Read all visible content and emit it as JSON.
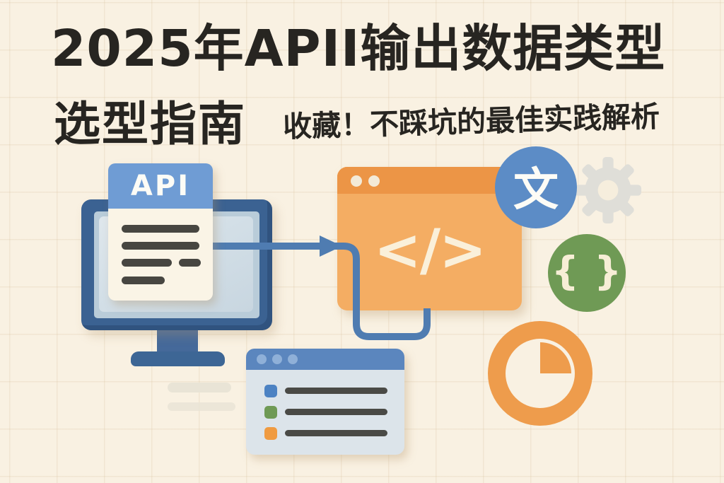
{
  "banner": {
    "title_line1": "2025年APII输出数据类型",
    "title_line2": "选型指南",
    "subtitle": "收藏！不踩坑的最佳实践解析"
  },
  "illustration": {
    "api_document": {
      "label": "API",
      "text_line_count": 4
    },
    "code_window": {
      "symbol": "</>",
      "traffic_dots": 2
    },
    "language_badge": {
      "glyph": "文"
    },
    "json_badge": {
      "glyph": "{ }"
    },
    "list_window": {
      "traffic_dots": 3,
      "rows": [
        {
          "bullet_color": "#4c82c3"
        },
        {
          "bullet_color": "#6f9a55"
        },
        {
          "bullet_color": "#f09b41"
        }
      ]
    }
  },
  "colors": {
    "background": "#f9f1e2",
    "grid_line": "#d5bc98",
    "headline_text": "#272521",
    "monitor_frame": "#3b6292",
    "monitor_screen": "#d3dfe7",
    "doc_header_blue": "#6f9cd4",
    "doc_body": "#faf4e6",
    "doc_text_line": "#474641",
    "connector_blue": "#4f7cb1",
    "window_orange_header": "#ec9546",
    "window_orange_body": "#f4ad63",
    "cream_glyph": "#faf0da",
    "badge_blue": "#5c8cc6",
    "badge_green": "#6f9a55",
    "gear_gray": "#dfded8",
    "pie_orange": "#ee9c4c",
    "list_header_blue": "#5b86be",
    "list_body": "#dce4ea"
  }
}
